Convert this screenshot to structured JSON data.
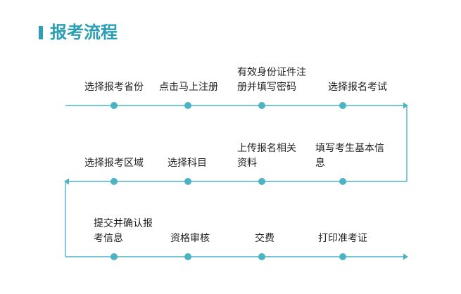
{
  "title": "报考流程",
  "colors": {
    "accent": "#2a9fb4",
    "line": "#4bb3c4",
    "text": "#222222"
  },
  "rows": [
    {
      "direction": "right",
      "steps": [
        {
          "lines": [
            "选择报考省份"
          ]
        },
        {
          "lines": [
            "点击马上注册"
          ]
        },
        {
          "lines": [
            "有效身份证件注",
            "册并填写密码"
          ]
        },
        {
          "lines": [
            "选择报名考试"
          ]
        }
      ]
    },
    {
      "direction": "left",
      "steps": [
        {
          "lines": [
            "选择报考区域"
          ]
        },
        {
          "lines": [
            "选择科目"
          ]
        },
        {
          "lines": [
            "上传报名相关",
            "资料"
          ]
        },
        {
          "lines": [
            "填写考生基本信",
            "息"
          ]
        }
      ]
    },
    {
      "direction": "right",
      "steps": [
        {
          "lines": [
            "提交并确认报",
            "考信息"
          ]
        },
        {
          "lines": [
            "资格审核"
          ]
        },
        {
          "lines": [
            "交费"
          ]
        },
        {
          "lines": [
            "打印准考证"
          ]
        }
      ]
    }
  ]
}
